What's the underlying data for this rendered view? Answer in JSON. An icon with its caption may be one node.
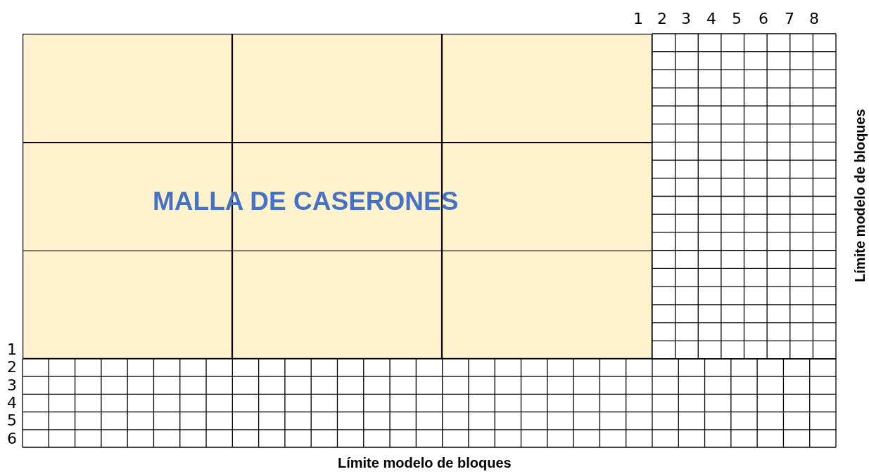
{
  "diagram": {
    "nodes": [
      {
        "text": [
          "MALLA DE CASERONES"
        ]
      }
    ],
    "labels": [
      "1",
      "2",
      "3",
      "4",
      "5",
      "6",
      "7",
      "8",
      "1",
      "2",
      "3",
      "4",
      "5",
      "6",
      "Límite modelo de bloques",
      "Límite modelo de bloques"
    ]
  }
}
